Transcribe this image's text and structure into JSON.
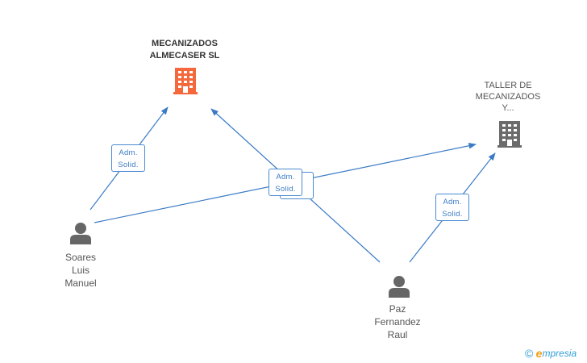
{
  "companies": {
    "main": {
      "lines": [
        "MECANIZADOS",
        "ALMECASER SL"
      ],
      "icon": "building-icon",
      "color": "#f4683c"
    },
    "other": {
      "lines": [
        "TALLER DE",
        "MECANIZADOS",
        "Y..."
      ],
      "icon": "building-icon",
      "color": "#6b6b6b"
    }
  },
  "persons": {
    "soares": {
      "lines": [
        "Soares",
        "Luis",
        "Manuel"
      ],
      "icon": "person-icon"
    },
    "paz": {
      "lines": [
        "Paz",
        "Fernandez",
        "Raul"
      ],
      "icon": "person-icon"
    }
  },
  "relations": [
    {
      "id": "soares-main",
      "lines": [
        "Adm.",
        "Solid."
      ]
    },
    {
      "id": "paz-main",
      "lines": [
        "Adm.",
        "Solid."
      ]
    },
    {
      "id": "paz-other",
      "lines": [
        "Adm.",
        "Solid."
      ]
    }
  ],
  "colors": {
    "edge": "#3b7bc6",
    "person": "#666666"
  },
  "brand": {
    "copyright": "©",
    "initial": "e",
    "rest": "mpresia"
  }
}
